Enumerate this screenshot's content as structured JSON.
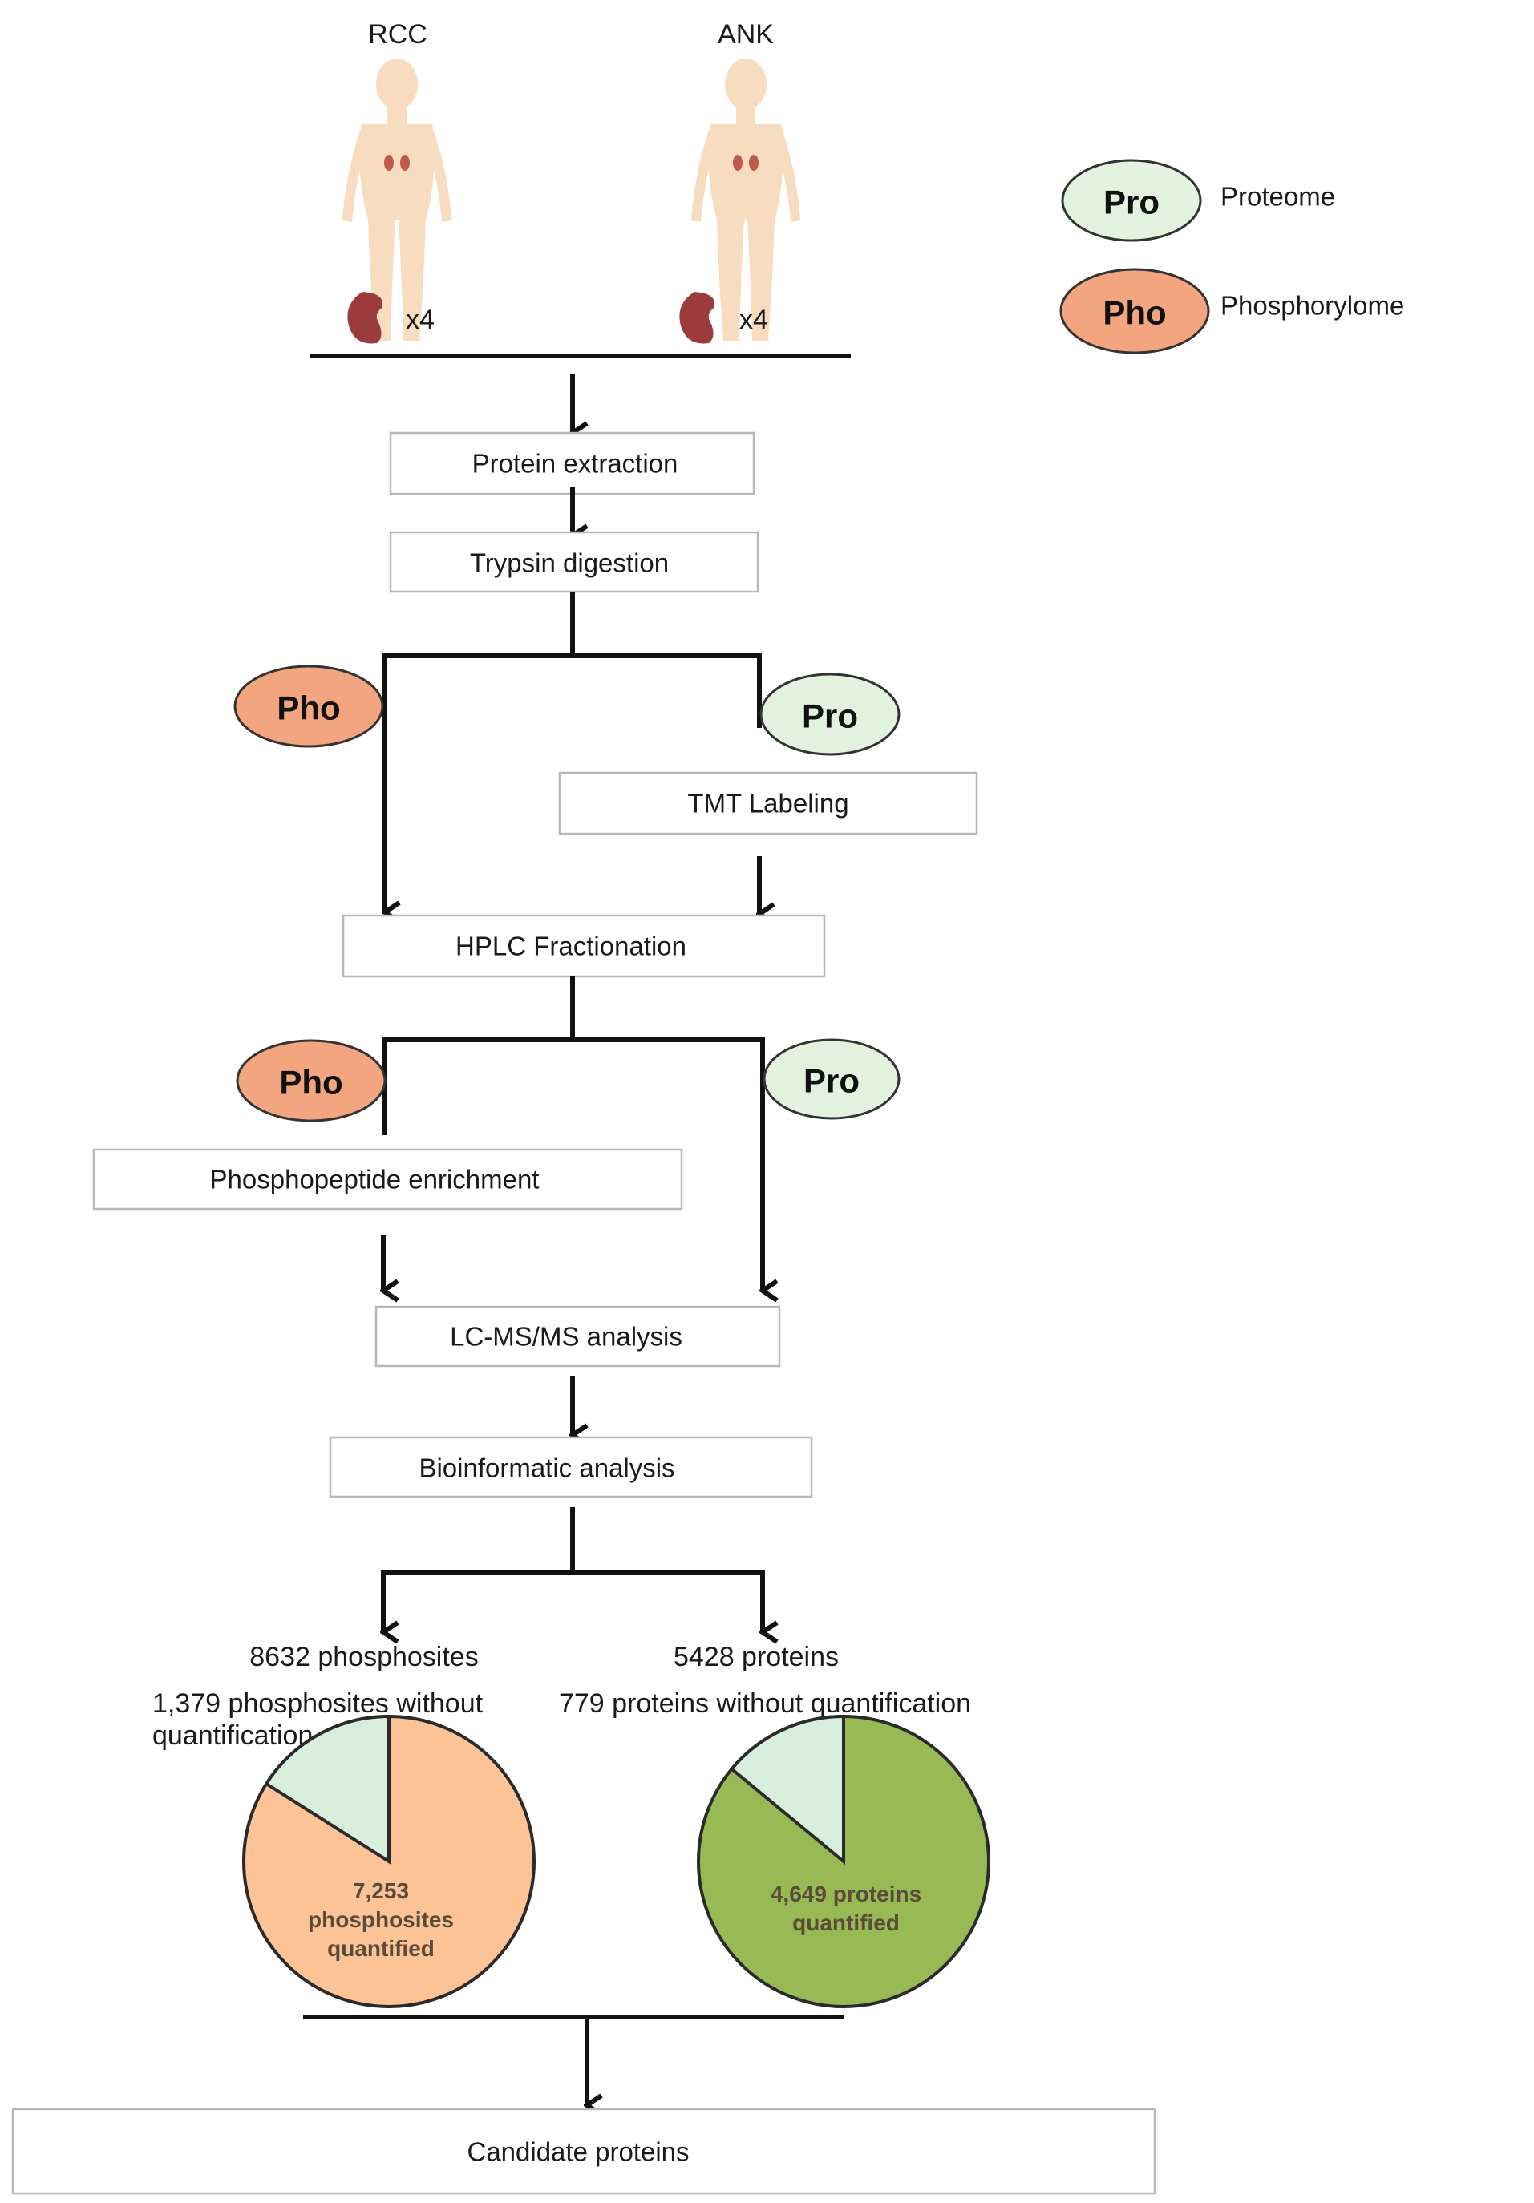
{
  "groups": {
    "rcc": {
      "label": "RCC",
      "count": "x4"
    },
    "ank": {
      "label": "ANK",
      "count": "x4"
    }
  },
  "legend": {
    "pro": {
      "badge": "Pro",
      "label": "Proteome"
    },
    "pho": {
      "badge": "Pho",
      "label": "Phosphorylome"
    }
  },
  "steps": {
    "protein_extraction": "Protein extraction",
    "trypsin_digestion": "Trypsin digestion",
    "tmt_labeling": "TMT Labeling",
    "hplc_fractionation": "HPLC Fractionation",
    "phosphopeptide_enrichment": "Phosphopeptide enrichment",
    "lcms_analysis": "LC-MS/MS analysis",
    "bioinformatic_analysis": "Bioinformatic analysis",
    "candidate_proteins": "Candidate proteins"
  },
  "badges": {
    "pho": "Pho",
    "pro": "Pro"
  },
  "results": {
    "phospho": {
      "total": "8632 phosphosites",
      "unquantified_line1": "1,379 phosphosites without",
      "unquantified_line2": "quantification",
      "quantified_line1": "7,253",
      "quantified_line2": "phosphosites",
      "quantified_line3": "quantified",
      "unquantified_fraction": 0.16
    },
    "protein": {
      "total": "5428 proteins",
      "unquantified_line1": "779 proteins without quantification",
      "quantified_line1": "4,649  proteins",
      "quantified_line2": "quantified",
      "unquantified_fraction": 0.14
    }
  },
  "colors": {
    "pro_fill": "#e3f2de",
    "pho_fill": "#f2a57e",
    "phospho_quantified": "#fbc396",
    "protein_quantified": "#97ba55",
    "unquantified": "#d8eedc"
  }
}
